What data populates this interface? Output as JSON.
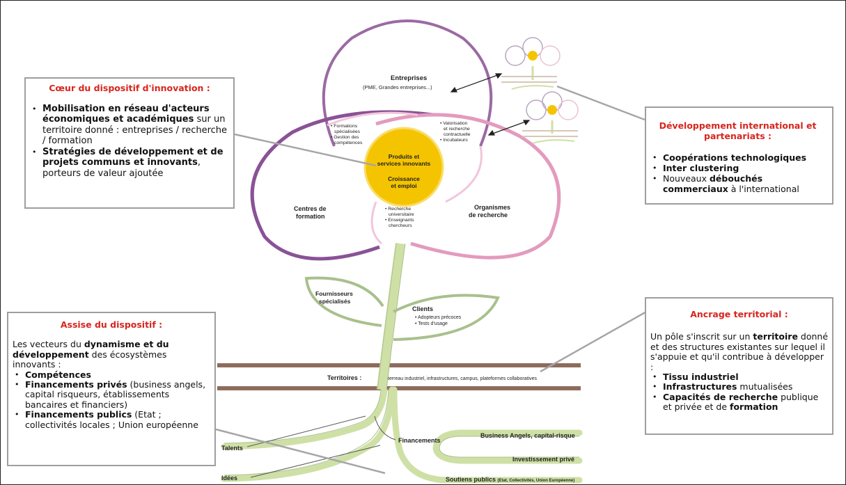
{
  "colors": {
    "accent_red": "#d7261e",
    "petal_entreprises": "#9b6aa3",
    "petal_formation": "#8a5296",
    "petal_recherche": "#e39bbd",
    "center": "#f5c400",
    "leaves": "#a9c08c",
    "stem": "#cfe0a6",
    "soil": "#8f6b5c"
  },
  "diagram": {
    "petal_entreprises": {
      "title": "Entreprises",
      "subtitle": "(PME, Grandes entreprises...)"
    },
    "petal_formation": {
      "title_l1": "Centres de",
      "title_l2": "formation"
    },
    "petal_recherche": {
      "title_l1": "Organismes",
      "title_l2": "de recherche"
    },
    "overlap_left": {
      "l1": "• Formations",
      "l2": "spécialisées",
      "l3": "• Gestion des",
      "l4": "compétences"
    },
    "overlap_right": {
      "l1": "• Valorisation",
      "l2": "et recherche",
      "l3": "contractuelle",
      "l4": "• Incubateurs"
    },
    "overlap_bottom": {
      "l1": "• Recherche",
      "l2": "universitaire",
      "l3": "• Enseignants",
      "l4": "chercheurs"
    },
    "center": {
      "l1": "Produits et",
      "l2": "services innovants",
      "l3": "Croissance",
      "l4": "et emploi"
    },
    "leaf_left": {
      "l1": "Fournisseurs",
      "l2": "spécialisés"
    },
    "leaf_right": {
      "title": "Clients",
      "l1": "• Adopteurs précoces",
      "l2": "• Tests d'usage"
    },
    "territoires": {
      "label": "Territoires :",
      "text": "terreau industriel, infrastructures, campus, plateformes collaboratives"
    },
    "roots": {
      "financements": "Financements",
      "talents": "Talents",
      "idees": "Idées",
      "business_angels": "Business Angels, capital-risque",
      "investissement": "Investissement privé",
      "soutiens": "Soutiens publics",
      "soutiens_small": "(Etat, Collectivités, Union Européenne)"
    }
  },
  "box_coeur": {
    "title": "Cœur du dispositif d'innovation :",
    "item1_bold": "Mobilisation en réseau d'acteurs économiques et académiques",
    "item1_rest": " sur un territoire donné : entreprises / recherche / formation",
    "item2_bold": "Stratégies de développement et de projets communs et innovants",
    "item2_rest": ", porteurs de valeur ajoutée"
  },
  "box_international": {
    "title": "Développement international et partenariats :",
    "item1_bold": "Coopérations technologiques",
    "item2_bold": "Inter clustering",
    "item3_rest": "Nouveaux ",
    "item3_bold": "débouchés commerciaux",
    "item3_end": " à l'international"
  },
  "box_assise": {
    "title": "Assise du dispositif :",
    "intro_a": "Les vecteurs du ",
    "intro_bold": "dynamisme et du développement",
    "intro_b": " des écosystèmes innovants :",
    "item1_bold": "Compétences",
    "item2_bold": "Financements privés",
    "item2_rest": " (business angels, capital risqueurs, établissements bancaires et financiers)",
    "item3_bold": "Financements publics",
    "item3_rest": " (Etat ; collectivités locales ; Union européenne"
  },
  "box_ancrage": {
    "title": "Ancrage territorial :",
    "intro_a": "Un pôle s'inscrit sur un ",
    "intro_bold": "territoire",
    "intro_b": " donné et des structures existantes sur lequel il s'appuie et qu'il contribue à développer :",
    "item1_bold": "Tissu industriel",
    "item2_bold": "Infrastructures",
    "item2_rest": " mutualisées",
    "item3_bold": "Capacités de recherche",
    "item3_rest": " publique et privée et de ",
    "item3_bold2": "formation"
  }
}
